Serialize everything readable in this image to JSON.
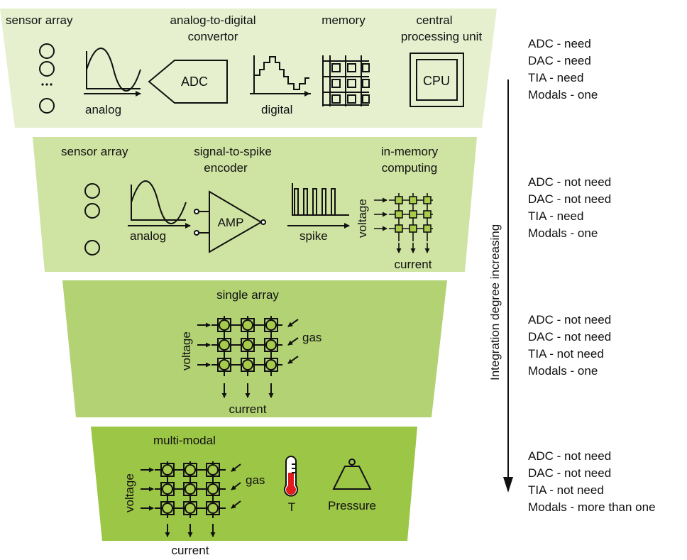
{
  "colors": {
    "band1": "#e6f0cf",
    "band2": "#cfe3a2",
    "band3": "#b2d274",
    "band4": "#9cc646",
    "cell_fill": "#a7cc4c",
    "thermo_red": "#e01d1d"
  },
  "band1": {
    "sensor_array": "sensor array",
    "adc_title_line1": "analog-to-digital",
    "adc_title_line2": "convertor",
    "memory": "memory",
    "cpu_title_line1": "central",
    "cpu_title_line2": "processing unit",
    "analog": "analog",
    "adc": "ADC",
    "digital": "digital",
    "cpu": "CPU"
  },
  "band2": {
    "sensor_array": "sensor array",
    "encoder_line1": "signal-to-spike",
    "encoder_line2": "encoder",
    "imc_line1": "in-memory",
    "imc_line2": "computing",
    "analog": "analog",
    "amp": "AMP",
    "spike": "spike",
    "voltage": "voltage",
    "current": "current"
  },
  "band3": {
    "title": "single array",
    "voltage": "voltage",
    "gas": "gas",
    "current": "current"
  },
  "band4": {
    "title": "multi-modal",
    "voltage": "voltage",
    "gas": "gas",
    "current": "current",
    "temp": "T",
    "pressure": "Pressure"
  },
  "axis_label": "Integration degree increasing",
  "requirements": [
    {
      "adc": "ADC - need",
      "dac": "DAC - need",
      "tia": "TIA - need",
      "modals": "Modals - one"
    },
    {
      "adc": "ADC - not need",
      "dac": "DAC - not need",
      "tia": "TIA - need",
      "modals": "Modals - one"
    },
    {
      "adc": "ADC - not need",
      "dac": "DAC - not need",
      "tia": "TIA - not need",
      "modals": "Modals - one"
    },
    {
      "adc": "ADC - not need",
      "dac": "DAC - not need",
      "tia": "TIA - not need",
      "modals": "Modals - more than one"
    }
  ]
}
